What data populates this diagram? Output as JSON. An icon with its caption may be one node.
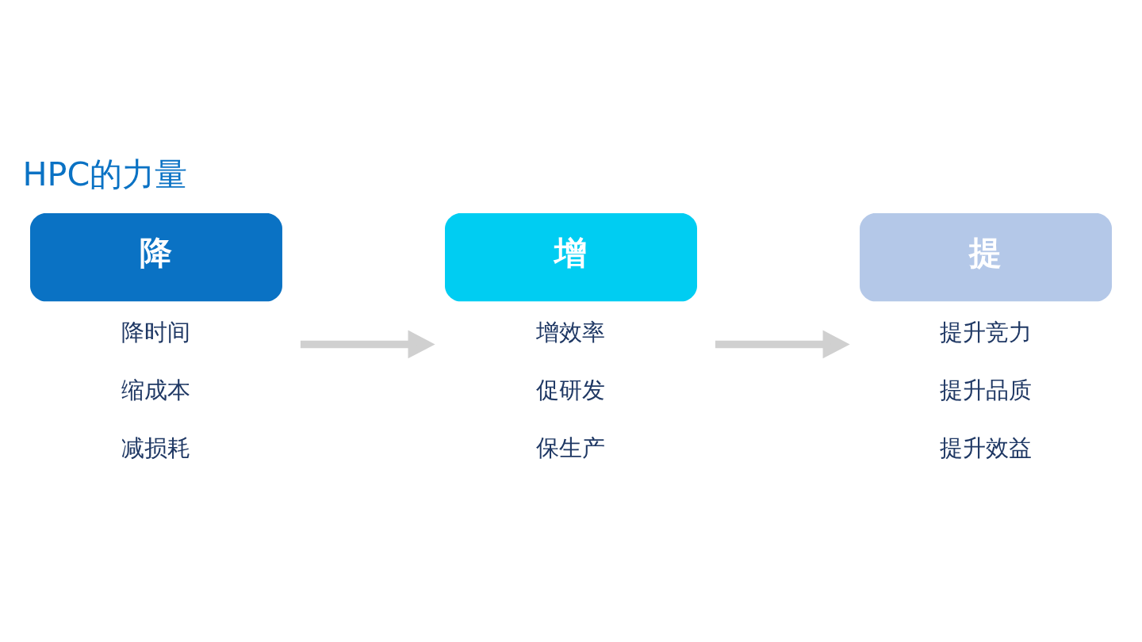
{
  "diagram": {
    "title": "HPC的力量",
    "nodes": [
      {
        "text": [
          "降"
        ],
        "beside": [
          "降时间",
          "缩成本",
          "减损耗"
        ]
      },
      {
        "text": [
          "增"
        ],
        "beside": [
          "增效率",
          "促研发",
          "保生产"
        ]
      },
      {
        "text": [
          "提"
        ],
        "beside": [
          "提升竞力",
          "提升品质",
          "提升效益"
        ]
      }
    ],
    "edges": [
      {
        "from": 0,
        "to": 1,
        "arrow": "to"
      },
      {
        "from": 1,
        "to": 2,
        "arrow": "to"
      }
    ]
  }
}
